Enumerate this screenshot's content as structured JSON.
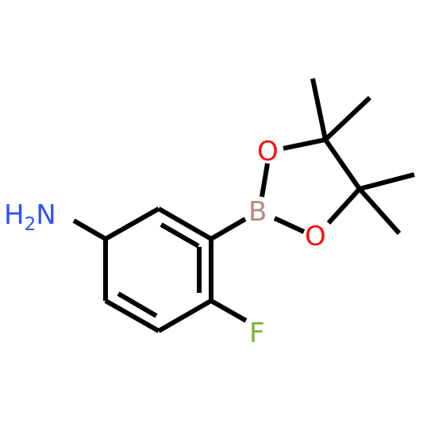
{
  "molecule": {
    "atoms": {
      "amine": {
        "H": "H",
        "sub": "2",
        "N": "N"
      },
      "boron": "B",
      "oxygen_top": "O",
      "oxygen_bottom": "O",
      "fluorine": "F"
    },
    "colors": {
      "bond": "#000000",
      "nitrogen": "#3050F8",
      "boron": "#B58A86",
      "oxygen": "#FF0D0D",
      "fluorine": "#7CB342"
    }
  }
}
